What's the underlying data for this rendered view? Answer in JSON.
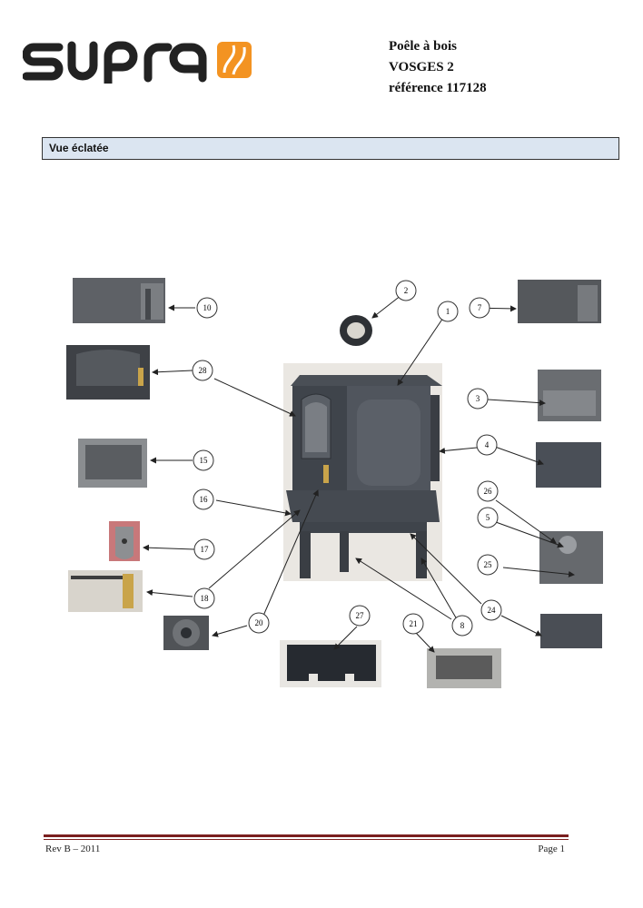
{
  "header": {
    "logo_text": "supra",
    "product_line1": "Poêle à bois",
    "product_line2": "VOSGES 2",
    "product_line3": "référence  117128"
  },
  "section": {
    "title": "Vue éclatée"
  },
  "callouts": [
    "1",
    "2",
    "3",
    "4",
    "5",
    "7",
    "8",
    "10",
    "15",
    "16",
    "17",
    "18",
    "20",
    "21",
    "24",
    "25",
    "26",
    "27",
    "28"
  ],
  "footer": {
    "revision": "Rev B – 2011",
    "page": "Page 1"
  },
  "colors": {
    "logo_black": "#222222",
    "logo_orange": "#f39322",
    "section_bg": "#dbe5f1",
    "footer_rule": "#7a1f1f"
  }
}
